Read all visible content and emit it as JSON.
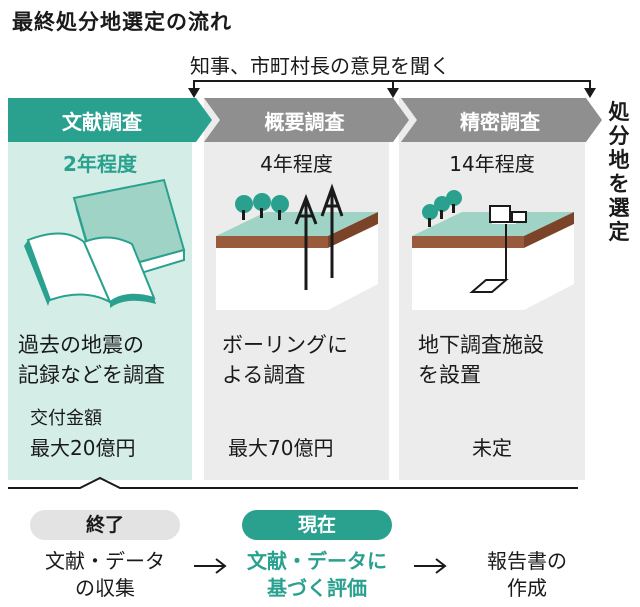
{
  "title": "最終処分地選定の流れ",
  "opinion_note": "知事、市町村長の意見を聞く",
  "final_step": "処分地を選定",
  "stages": [
    {
      "name": "文献調査",
      "duration": "2年程度",
      "description": [
        "過去の地震の",
        "記録などを調査"
      ],
      "grant_label": "交付金額",
      "amount": "最大20億円",
      "current": true
    },
    {
      "name": "概要調査",
      "duration": "4年程度",
      "description": [
        "ボーリングに",
        "よる調査"
      ],
      "amount": "最大70億円",
      "current": false
    },
    {
      "name": "精密調査",
      "duration": "14年程度",
      "description": [
        "地下調査施設",
        "を設置"
      ],
      "amount": "未定",
      "current": false
    }
  ],
  "progress": [
    {
      "status": "終了",
      "text": [
        "文献・データ",
        "の収集"
      ]
    },
    {
      "status": "現在",
      "text": [
        "文献・データに",
        "基づく評価"
      ]
    },
    {
      "status": "",
      "text": [
        "報告書の",
        "作成"
      ]
    }
  ],
  "colors": {
    "teal": "#2aa18f",
    "light_teal": "#d4ede6",
    "gray_panel": "#ececec",
    "gray_chevron": "#8f8f8f",
    "soil_brown": "#9a5b3c",
    "dark": "#1a1a1a"
  }
}
